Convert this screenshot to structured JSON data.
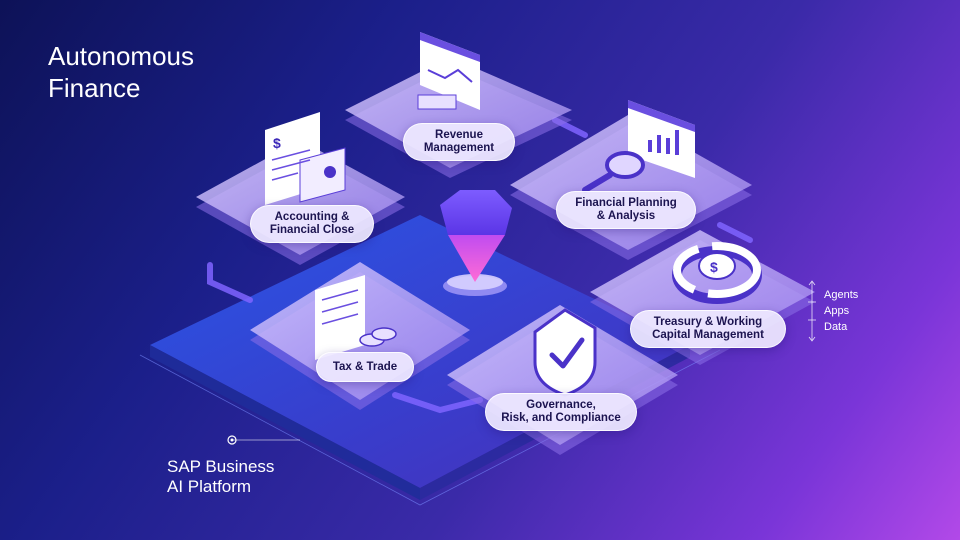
{
  "title": {
    "line1": "Autonomous",
    "line2": "Finance"
  },
  "modules": [
    {
      "line1": "Revenue",
      "line2": "Management",
      "icon": "chart-window-icon"
    },
    {
      "line1": "Accounting &",
      "line2": "Financial Close",
      "icon": "invoice-document-icon"
    },
    {
      "line1": "Financial Planning",
      "line2": "& Analysis",
      "icon": "magnifier-chart-icon"
    },
    {
      "line1": "Tax & Trade",
      "line2": "",
      "icon": "tax-document-coins-icon"
    },
    {
      "line1": "Treasury & Working",
      "line2": "Capital Management",
      "icon": "dollar-cycle-icon"
    },
    {
      "line1": "Governance,",
      "line2": "Risk, and Compliance",
      "icon": "shield-check-icon"
    }
  ],
  "layers": [
    "Agents",
    "Apps",
    "Data"
  ],
  "platform": {
    "line1": "SAP Business",
    "line2": "AI Platform"
  },
  "colors": {
    "accent": "#9b6bff",
    "tile": "#c9b8ff",
    "pill_text": "#1c1450"
  }
}
